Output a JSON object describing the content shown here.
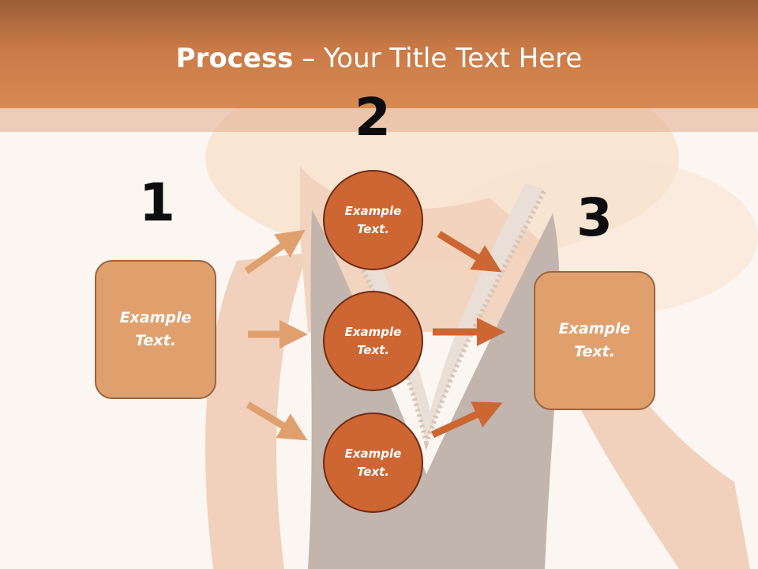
{
  "title": {
    "bold": "Process",
    "rest": " – Your Title Text Here"
  },
  "numbers": [
    "1",
    "2",
    "3"
  ],
  "left_box": {
    "text": "Example\nText."
  },
  "right_box": {
    "text": "Example\nText."
  },
  "circles": [
    {
      "text": "Example\nText."
    },
    {
      "text": "Example\nText."
    },
    {
      "text": "Example\nText."
    }
  ],
  "colors": {
    "header": "#d98a51",
    "box_fill": "#e0a06e",
    "circle_fill": "#cd6632",
    "arrow_left": "#e0a06e",
    "arrow_right": "#cd6632"
  }
}
